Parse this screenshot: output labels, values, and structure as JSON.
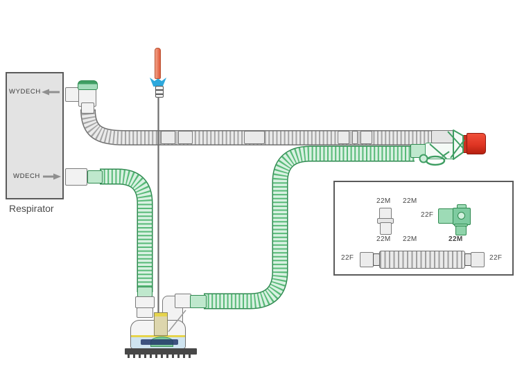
{
  "respirator": {
    "title": "Respirator",
    "ports": [
      {
        "label": "WYDECH",
        "arrow": "left"
      },
      {
        "label": "WDECH",
        "arrow": "right"
      }
    ]
  },
  "inset": {
    "straight_connector": {
      "top_left": "22M",
      "top_right": "22M",
      "bottom_left": "22M",
      "bottom_right": "22M"
    },
    "elbow_connector": {
      "left": "22F",
      "bottom": "22M"
    },
    "flex_hose": {
      "left": "22F",
      "right": "22F"
    }
  },
  "colors": {
    "circuit_green": "#3f9e63",
    "circuit_green_fill": "#d9f1e2",
    "hose_gray": "#9f9f9f",
    "red_cap": "#e03524",
    "probe_orange": "#e8795a",
    "probe_blue": "#2ea8dc",
    "water_blue": "#cfe4f0",
    "chamber_yellow": "#e6d44c",
    "heater_dark": "#474747"
  }
}
